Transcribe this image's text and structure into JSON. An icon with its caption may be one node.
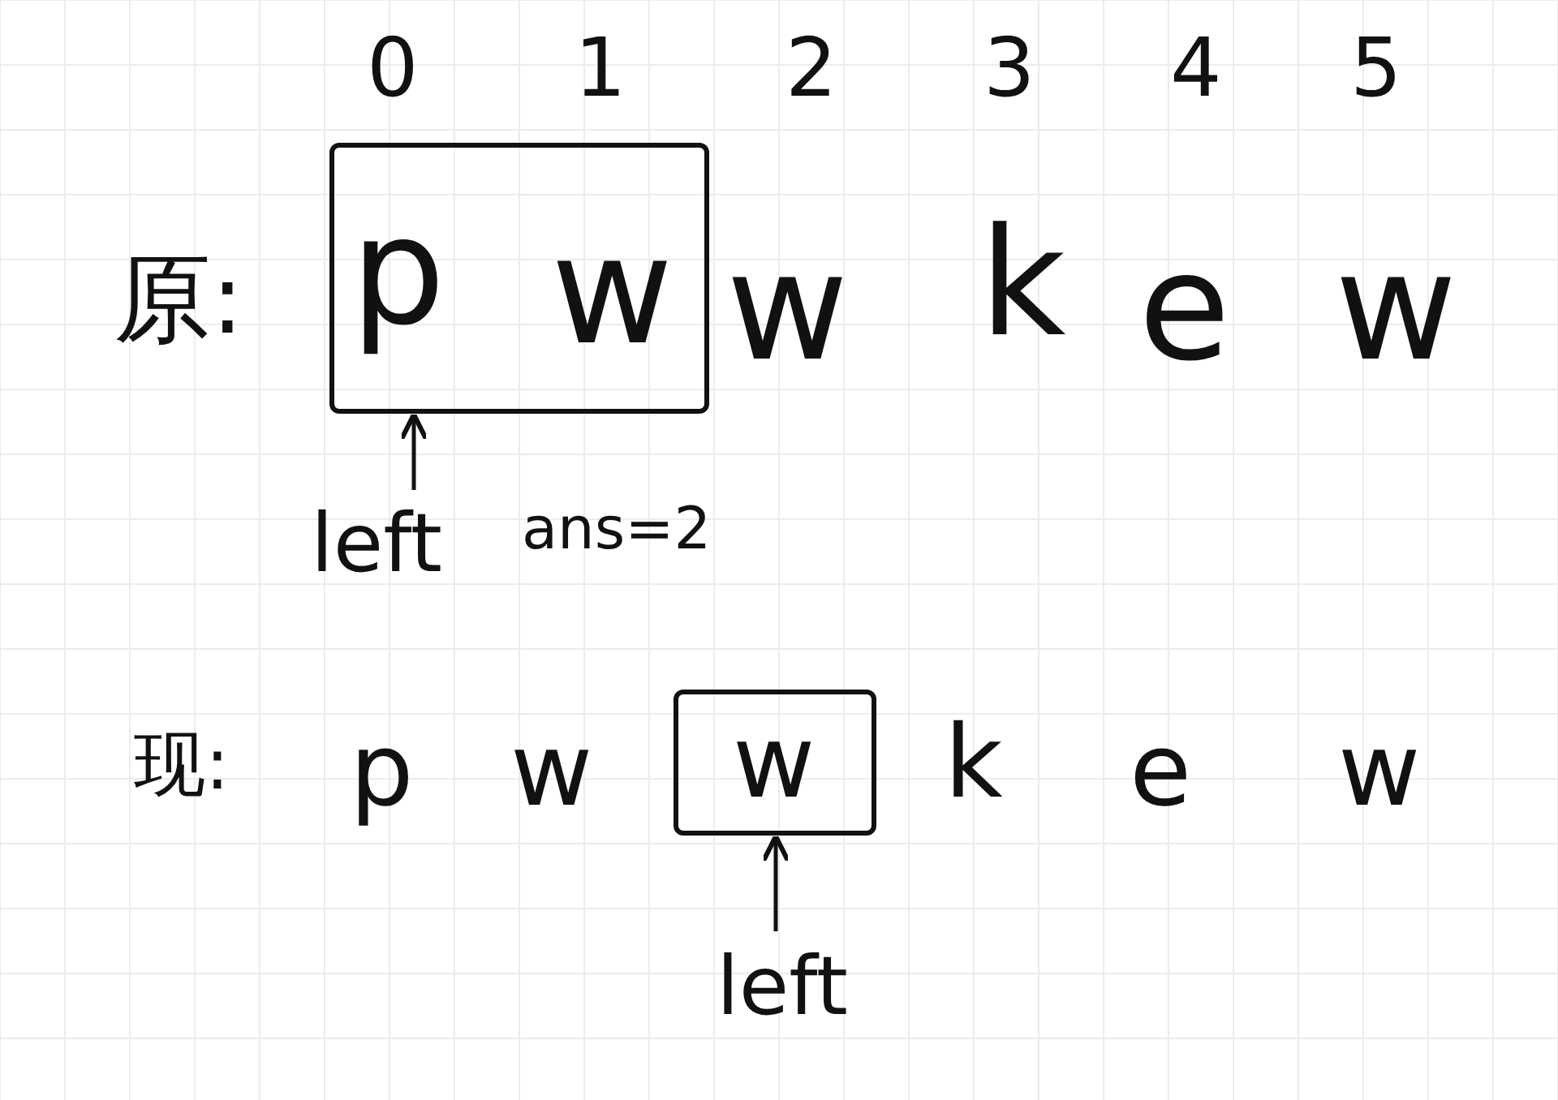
{
  "diagram": {
    "nodes": [
      {
        "text": [
          "p",
          "w"
        ]
      },
      {
        "text": [
          "left"
        ]
      },
      {
        "text": [
          "w"
        ]
      },
      {
        "text": [
          "left"
        ]
      }
    ],
    "edges": [
      {
        "from": 1,
        "to": 0,
        "arrow": "to"
      },
      {
        "from": 3,
        "to": 2,
        "arrow": "to"
      }
    ],
    "labels": [
      "0",
      "1",
      "2",
      "3",
      "4",
      "5",
      "原:",
      "w",
      "k",
      "e",
      "w",
      "ans=2",
      "现:",
      "p",
      "w",
      "k",
      "e",
      "w"
    ]
  }
}
